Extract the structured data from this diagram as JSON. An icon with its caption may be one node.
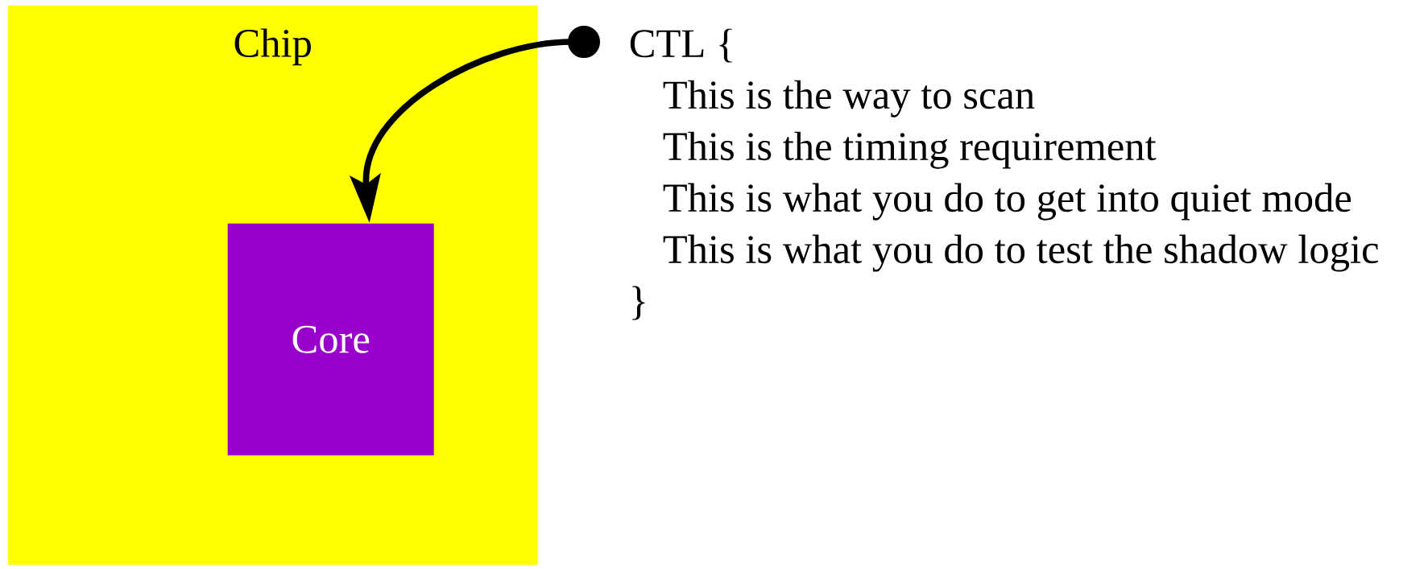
{
  "diagram": {
    "nodes": [
      {
        "text": [
          "Chip"
        ]
      },
      {
        "text": [
          "Core"
        ],
        "in": 0
      },
      {
        "text": [
          "CTL {",
          "This is the way to scan",
          "This is the timing requirement",
          "This is what you do to get into quiet mode",
          "This is what you do to test the shadow logic",
          "}"
        ]
      }
    ],
    "edges": [
      {
        "from": 2,
        "to": 1,
        "arrow": "to"
      }
    ]
  }
}
